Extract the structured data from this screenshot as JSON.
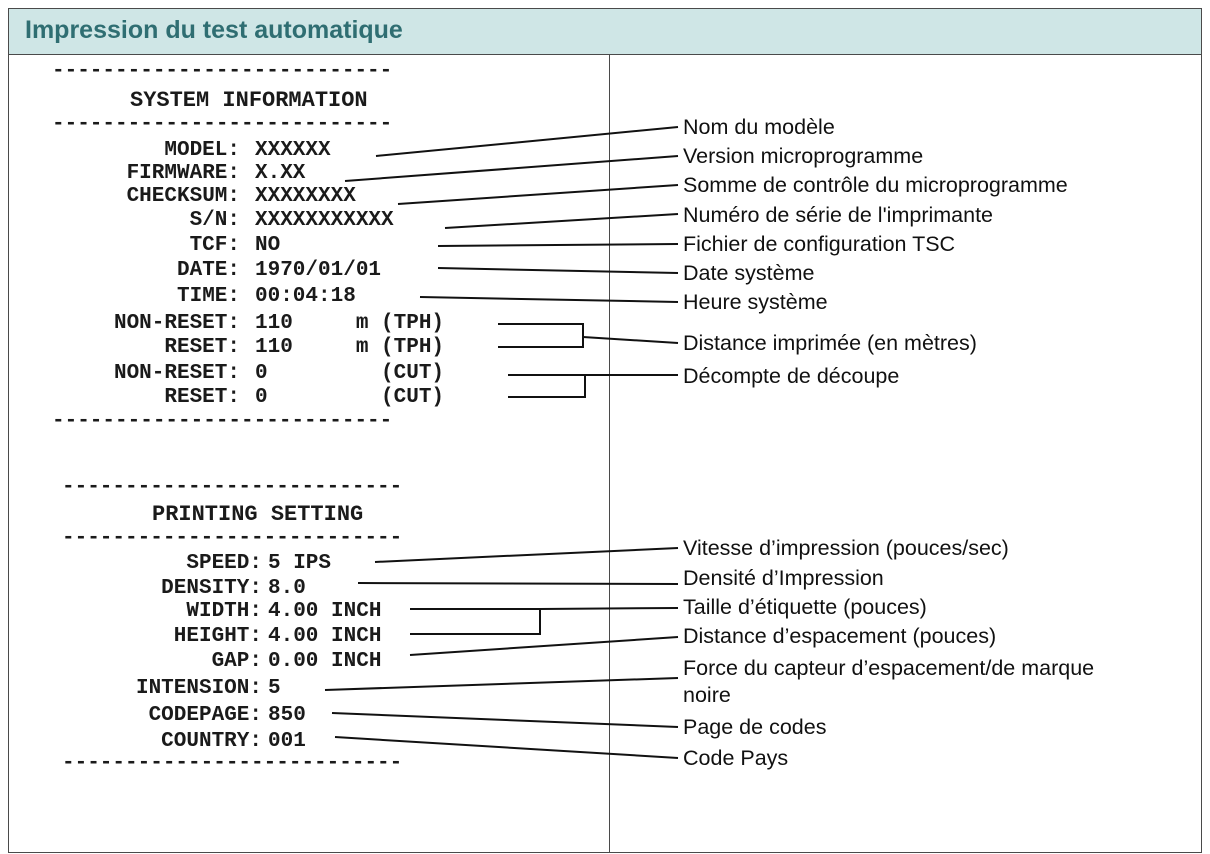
{
  "title": "Impression du test automatique",
  "system": {
    "dashes": "---------------------------",
    "heading": "SYSTEM INFORMATION",
    "rows": [
      {
        "label": "MODEL:",
        "value": "XXXXXX"
      },
      {
        "label": "FIRMWARE:",
        "value": "X.XX"
      },
      {
        "label": "CHECKSUM:",
        "value": "XXXXXXXX"
      },
      {
        "label": "S/N:",
        "value": "XXXXXXXXXXX"
      },
      {
        "label": "TCF:",
        "value": "NO"
      },
      {
        "label": "DATE:",
        "value": "1970/01/01"
      },
      {
        "label": "TIME:",
        "value": "00:04:18"
      },
      {
        "label": "NON-RESET:",
        "value": "110     m (TPH)"
      },
      {
        "label": "RESET:",
        "value": "110     m (TPH)"
      },
      {
        "label": "NON-RESET:",
        "value": "0         (CUT)"
      },
      {
        "label": "RESET:",
        "value": "0         (CUT)"
      }
    ]
  },
  "printing": {
    "dashes": "---------------------------",
    "heading": "PRINTING SETTING",
    "rows": [
      {
        "label": "SPEED:",
        "value": "5 IPS"
      },
      {
        "label": "DENSITY:",
        "value": "8.0"
      },
      {
        "label": "WIDTH:",
        "value": "4.00 INCH"
      },
      {
        "label": "HEIGHT:",
        "value": "4.00 INCH"
      },
      {
        "label": "GAP:",
        "value": "0.00 INCH"
      },
      {
        "label": "INTENSION:",
        "value": "5"
      },
      {
        "label": "CODEPAGE:",
        "value": "850"
      },
      {
        "label": "COUNTRY:",
        "value": "001"
      }
    ]
  },
  "notes": {
    "model": "Nom du modèle",
    "firmware": "Version microprogramme",
    "checksum": "Somme de contrôle du microprogramme",
    "serial": "Numéro de série de l'imprimante",
    "tcf": "Fichier de configuration TSC",
    "date": "Date système",
    "time": "Heure système",
    "distance": "Distance imprimée (en mètres)",
    "cut": "Décompte de découpe",
    "speed": "Vitesse d’impression (pouces/sec)",
    "density": "Densité d’Impression",
    "label_size": "Taille d’étiquette (pouces)",
    "gap": "Distance d’espacement (pouces)",
    "sensor_line1": "Force du capteur d’espacement/de marque",
    "sensor_line2": "noire",
    "codepage": "Page de codes",
    "country": "Code Pays"
  }
}
